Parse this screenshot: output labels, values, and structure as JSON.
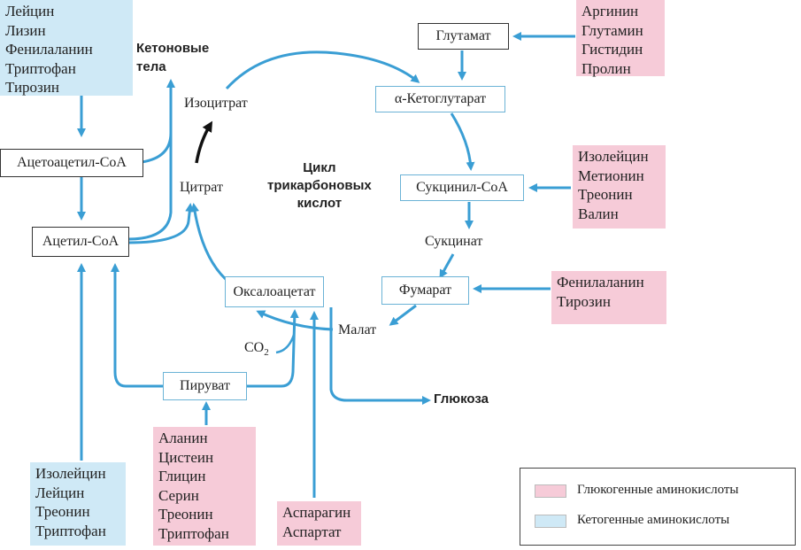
{
  "colors": {
    "arrow": "#3a9ed4",
    "glucogenic": "#f6cbd8",
    "ketogenic": "#cfe9f6",
    "dark_arrow": "#111111"
  },
  "ketogenic_top": [
    "Лейцин",
    "Лизин",
    "Фенилаланин",
    "Триптофан",
    "Тирозин"
  ],
  "ketogenic_bottom": [
    "Изолейцин",
    "Лейцин",
    "Треонин",
    "Триптофан"
  ],
  "glucogenic_glutamate": [
    "Аргинин",
    "Глутамин",
    "Гистидин",
    "Пролин"
  ],
  "glucogenic_succinyl": [
    "Изолейцин",
    "Метионин",
    "Треонин",
    "Валин"
  ],
  "glucogenic_fumarate": [
    "Фенилаланин",
    "Тирозин"
  ],
  "glucogenic_pyruvate": [
    "Аланин",
    "Цистеин",
    "Глицин",
    "Серин",
    "Треонин",
    "Триптофан"
  ],
  "glucogenic_oxaloacetate": [
    "Аспарагин",
    "Аспартат"
  ],
  "nodes": {
    "acetoacetyl_coa": "Ацетоацетил-CoA",
    "acetyl_coa": "Ацетил-CoA",
    "glutamate": "Глутамат",
    "alpha_ketoglutarate": "α-Кетоглутарат",
    "succinyl_coa": "Сукцинил-CoA",
    "fumarate": "Фумарат",
    "oxaloacetate": "Оксалоацетат",
    "pyruvate": "Пируват"
  },
  "labels": {
    "ketone_bodies_1": "Кетоновые",
    "ketone_bodies_2": "тела",
    "isocitrate": "Изоцитрат",
    "citrate": "Цитрат",
    "cycle_1": "Цикл",
    "cycle_2": "трикарбоновых",
    "cycle_3": "кислот",
    "succinate": "Сукцинат",
    "malate": "Малат",
    "co2": "CO",
    "co2_sub": "2",
    "glucose": "Глюкоза"
  },
  "legend": {
    "glucogenic": "Глюкогенные аминокислоты",
    "ketogenic": "Кетогенные аминокислоты"
  }
}
